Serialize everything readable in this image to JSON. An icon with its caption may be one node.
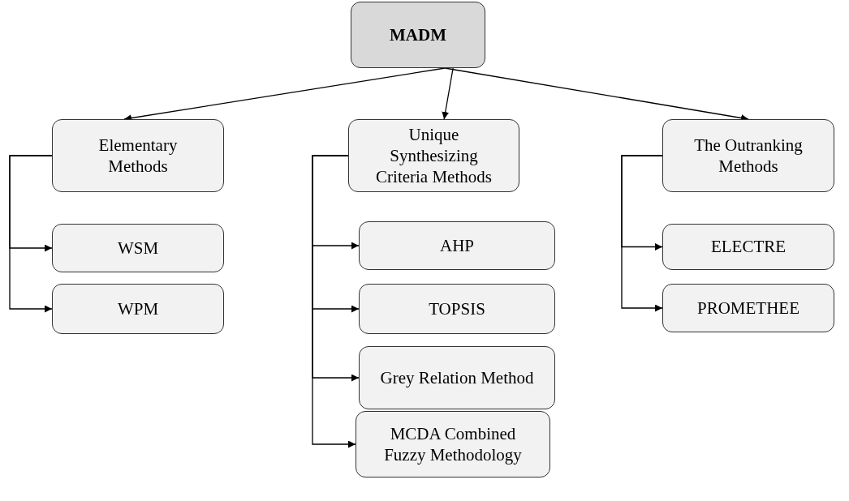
{
  "diagram": {
    "nodes": [
      {
        "text": [
          "MADM"
        ]
      },
      {
        "text": [
          "Elementary Methods"
        ]
      },
      {
        "text": [
          "Unique Synthesizing Criteria Methods"
        ]
      },
      {
        "text": [
          "The Outranking Methods"
        ]
      },
      {
        "text": [
          "WSM"
        ]
      },
      {
        "text": [
          "WPM"
        ]
      },
      {
        "text": [
          "AHP"
        ]
      },
      {
        "text": [
          "TOPSIS"
        ]
      },
      {
        "text": [
          "Grey Relation Method"
        ]
      },
      {
        "text": [
          "MCDA Combined Fuzzy Methodology"
        ]
      },
      {
        "text": [
          "ELECTRE"
        ]
      },
      {
        "text": [
          "PROMETHEE"
        ]
      }
    ],
    "edges": [
      {
        "from": 0,
        "to": 1,
        "arrow": "to"
      },
      {
        "from": 0,
        "to": 2,
        "arrow": "to"
      },
      {
        "from": 0,
        "to": 3,
        "arrow": "to"
      },
      {
        "from": 1,
        "to": 4,
        "arrow": "to"
      },
      {
        "from": 1,
        "to": 5,
        "arrow": "to"
      },
      {
        "from": 2,
        "to": 6,
        "arrow": "to"
      },
      {
        "from": 2,
        "to": 7,
        "arrow": "to"
      },
      {
        "from": 2,
        "to": 8,
        "arrow": "to"
      },
      {
        "from": 2,
        "to": 9,
        "arrow": "to"
      },
      {
        "from": 3,
        "to": 10,
        "arrow": "to"
      },
      {
        "from": 3,
        "to": 11,
        "arrow": "to"
      }
    ]
  }
}
